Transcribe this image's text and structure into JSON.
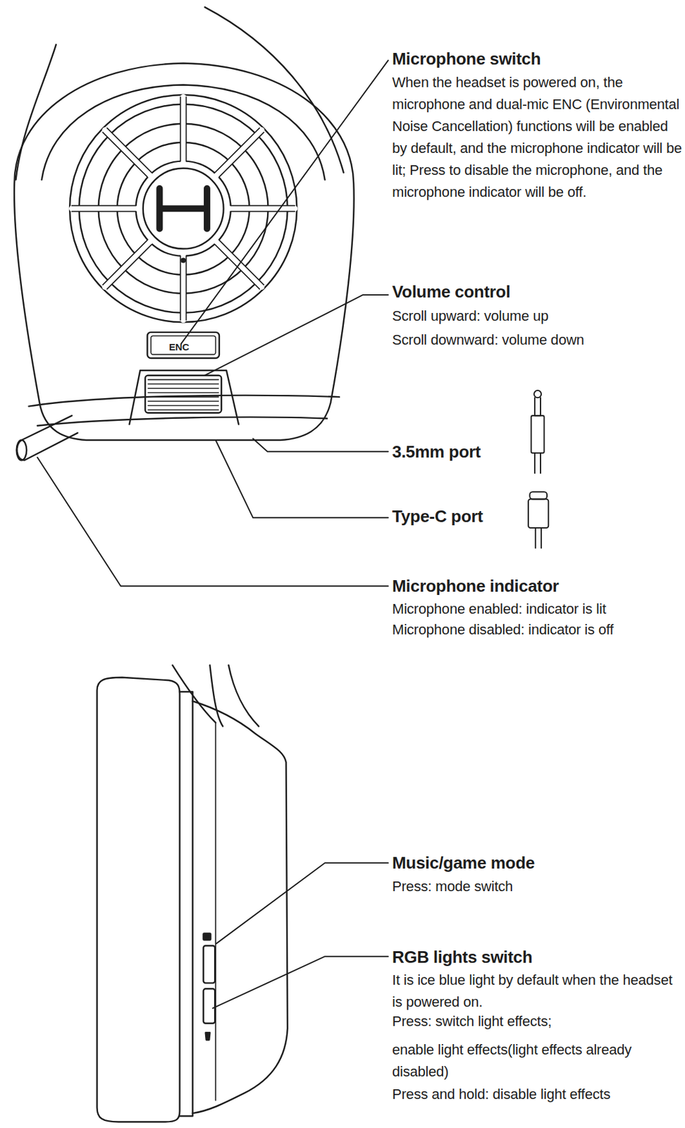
{
  "diagram": {
    "labels": [
      "Microphone switch",
      "When the headset is powered on, the microphone and dual-mic ENC (Environmental Noise Cancellation) functions will be enabled by default, and the microphone indicator will be lit; Press to disable the microphone, and the microphone indicator will be off.",
      "Volume control",
      "Scroll upward: volume up",
      "Scroll downward: volume down",
      "3.5mm port",
      "Type-C port",
      "Microphone indicator",
      "Microphone enabled: indicator is lit",
      "Microphone disabled: indicator is off",
      "Music/game mode",
      "Press: mode switch",
      "RGB lights switch",
      "It is ice blue light by default when the headset is powered on.",
      "Press: switch light effects;",
      "enable light effects(light effects already disabled)",
      "Press and hold: disable light effects",
      "ENC"
    ]
  }
}
